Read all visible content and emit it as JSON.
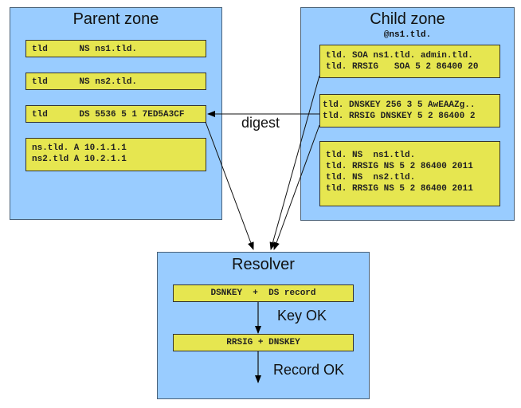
{
  "parent_zone": {
    "title": "Parent zone",
    "records": [
      "tld      NS ns1.tld.",
      "tld      NS ns2.tld.",
      "tld      DS 5536 5 1 7ED5A3CF",
      "ns.tld. A 10.1.1.1\nns2.tld A 10.2.1.1"
    ]
  },
  "child_zone": {
    "title": "Child zone",
    "subtitle": "@ns1.tld.",
    "records": [
      "tld. SOA ns1.tld. admin.tld.\ntld. RRSIG   SOA 5 2 86400 20",
      "tld. DNSKEY 256 3 5 AwEAAZg..\ntld. RRSIG DNSKEY 5 2 86400 2",
      "tld. NS  ns1.tld.\ntld. RRSIG NS 5 2 86400 2011\ntld. NS  ns2.tld.\ntld. RRSIG NS 5 2 86400 2011"
    ]
  },
  "digest_label": "digest",
  "resolver": {
    "title": "Resolver",
    "steps": [
      "DSNKEY  +  DS record",
      "RRSIG + DNSKEY"
    ],
    "results": [
      "Key OK",
      "Record OK"
    ]
  },
  "colors": {
    "zone": "#99ccff",
    "record": "#e6e650"
  }
}
